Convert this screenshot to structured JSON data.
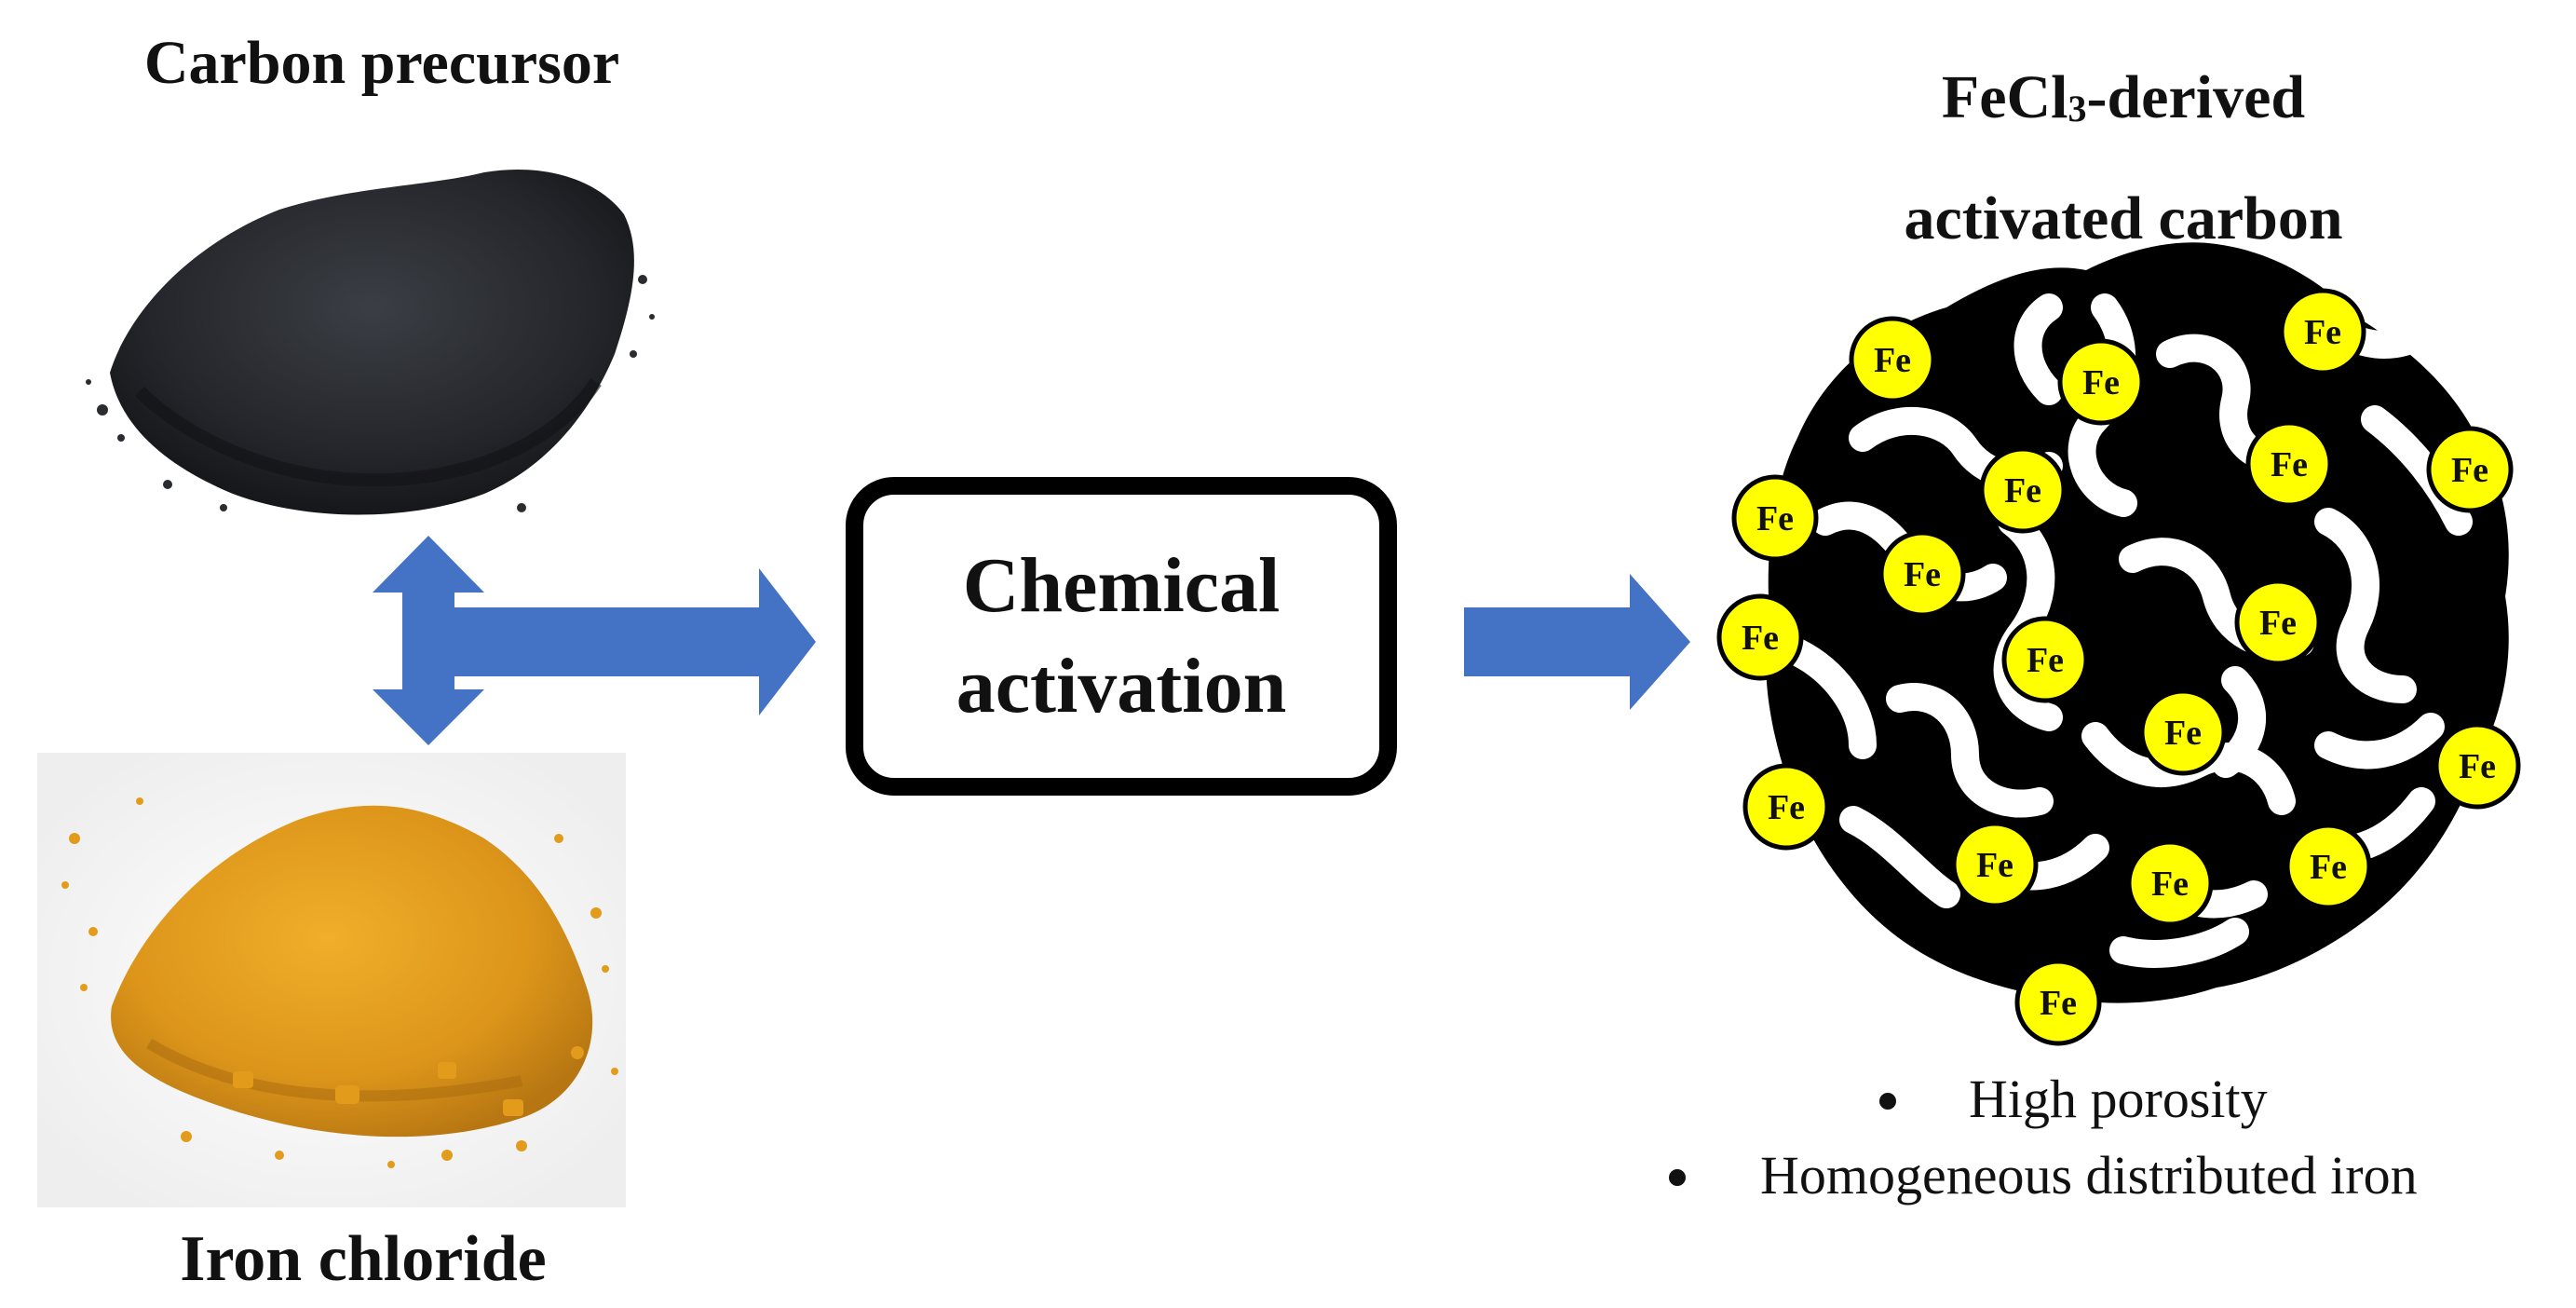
{
  "labels": {
    "carbon_precursor": "Carbon precursor",
    "iron_chloride": "Iron chloride",
    "product_prefix": "FeCl",
    "product_subscript": "3",
    "product_suffix": "-derived",
    "product_line2": "activated carbon",
    "process_line1": "Chemical",
    "process_line2": "activation",
    "fe_symbol": "Fe"
  },
  "properties": [
    "High porosity",
    "Homogeneous distributed iron"
  ],
  "icons": [
    "carbon-powder-icon",
    "iron-chloride-powder-icon",
    "double-headed-arrow-icon",
    "right-arrow-icon",
    "porous-carbon-icon",
    "fe-particle-icon"
  ],
  "colors": {
    "arrow": "#4472C4",
    "fe_particle": "#FFFF00",
    "carbon": "#000000",
    "iron_powder": "#E09A1C",
    "carbon_powder": "#2A2C30"
  }
}
